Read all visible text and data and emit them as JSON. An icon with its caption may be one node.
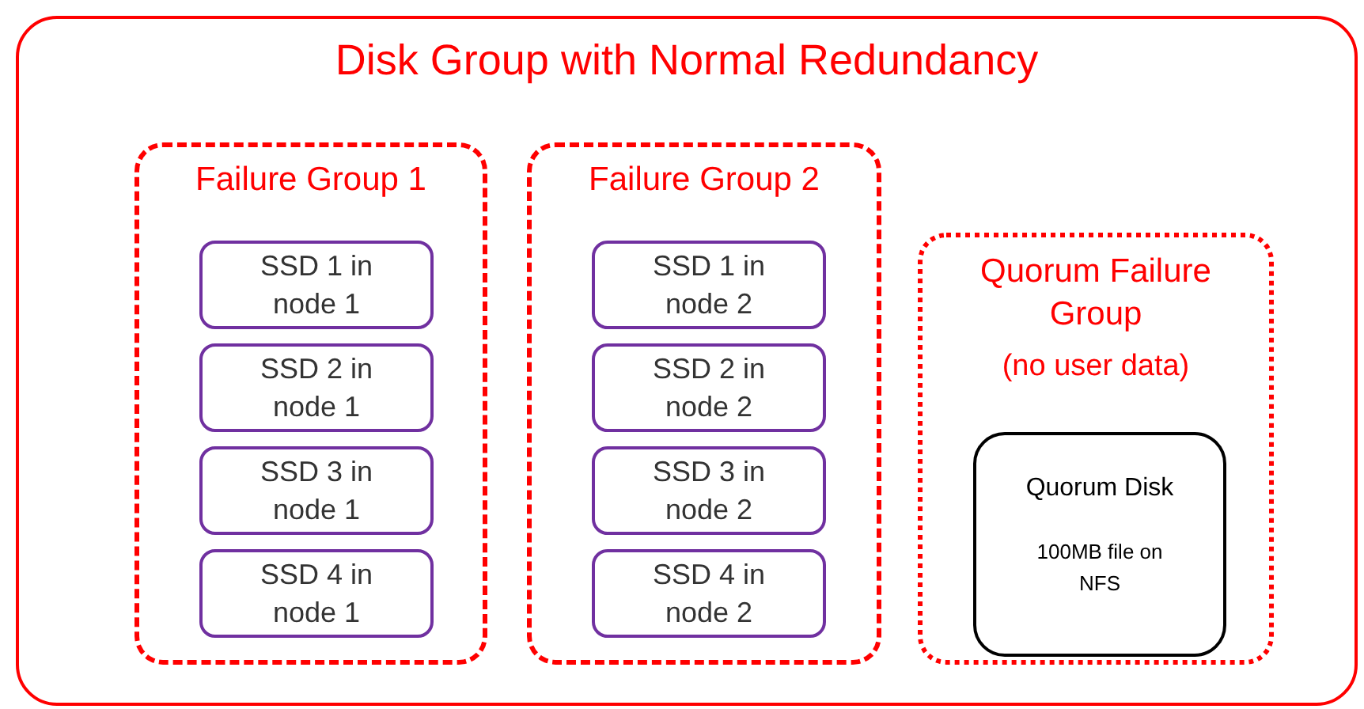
{
  "diagram": {
    "nodes": [
      {
        "text": [
          "Disk Group with Normal Redundancy"
        ]
      },
      {
        "text": [
          "Failure Group 1"
        ],
        "in": 0
      },
      {
        "text": [
          "SSD 1 in node 1"
        ],
        "in": 1
      },
      {
        "text": [
          "SSD 2 in node 1"
        ],
        "in": 1
      },
      {
        "text": [
          "SSD 3 in node 1"
        ],
        "in": 1
      },
      {
        "text": [
          "SSD 4 in node 1"
        ],
        "in": 1
      },
      {
        "text": [
          "Failure Group 2"
        ],
        "in": 0
      },
      {
        "text": [
          "SSD 1 in node 2"
        ],
        "in": 6
      },
      {
        "text": [
          "SSD 2 in node 2"
        ],
        "in": 6
      },
      {
        "text": [
          "SSD 3 in node 2"
        ],
        "in": 6
      },
      {
        "text": [
          "SSD 4 in node 2"
        ],
        "in": 6
      },
      {
        "text": [
          "Quorum Failure Group",
          "(no user data)"
        ],
        "in": 0
      },
      {
        "text": [
          "Quorum Disk",
          "100MB file on NFS"
        ],
        "in": 11
      }
    ]
  }
}
